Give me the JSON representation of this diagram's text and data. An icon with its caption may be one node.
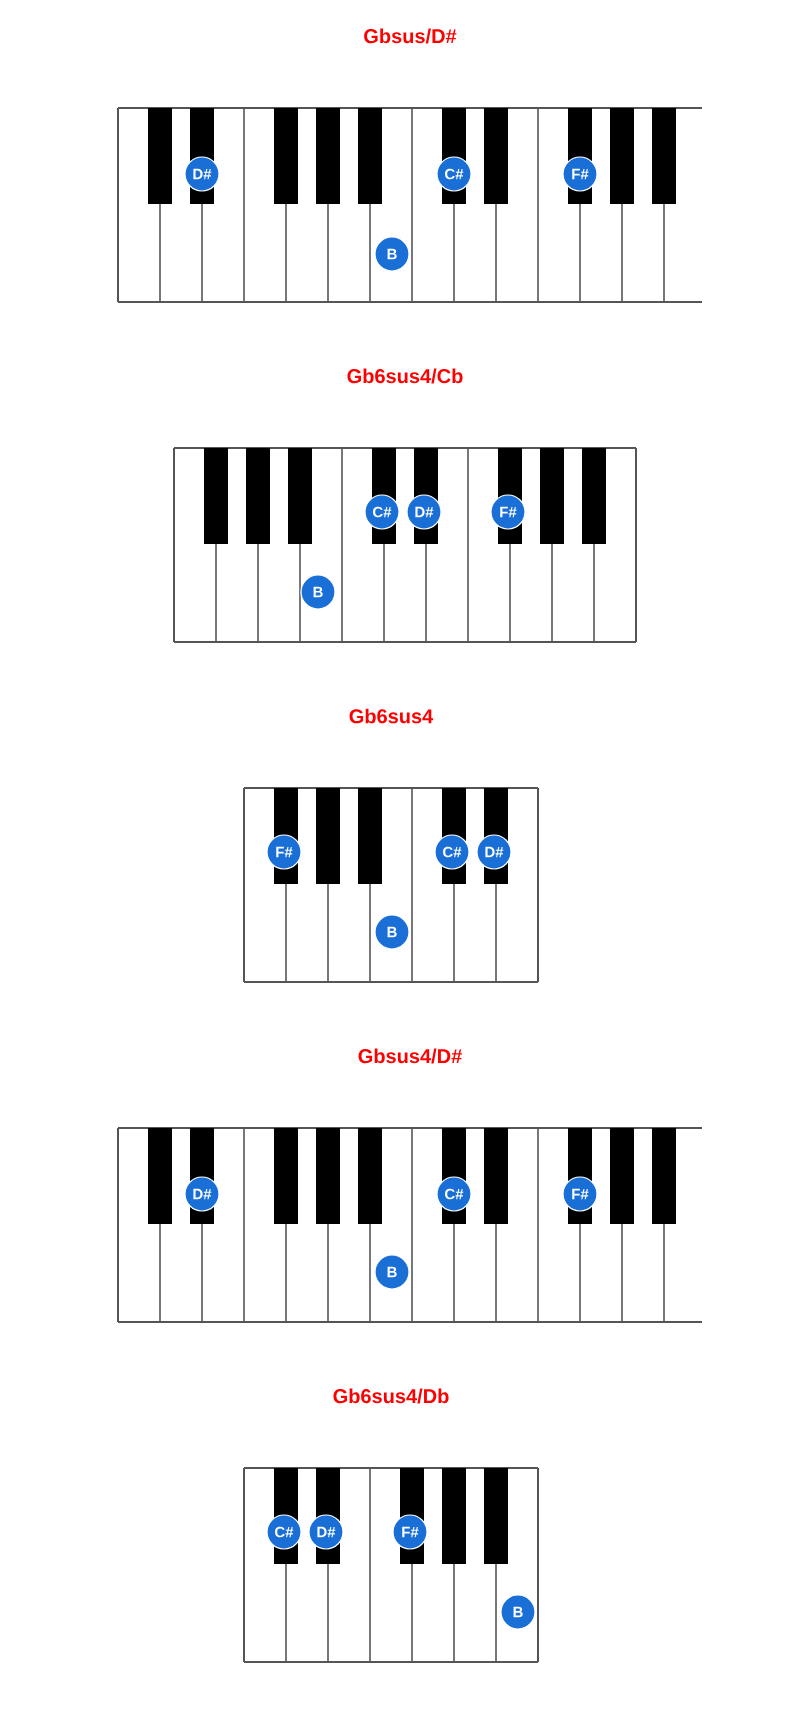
{
  "diagram": {
    "nodes": [
      {
        "text": [
          "Gbsus/D#"
        ]
      },
      {
        "text": [
          "D#"
        ],
        "in": 0
      },
      {
        "text": [
          "C#"
        ],
        "in": 0
      },
      {
        "text": [
          "F#"
        ],
        "in": 0
      },
      {
        "text": [
          "B"
        ],
        "in": 0
      },
      {
        "text": [
          "Gb6sus4/Cb"
        ]
      },
      {
        "text": [
          "C#"
        ],
        "in": 5
      },
      {
        "text": [
          "D#"
        ],
        "in": 5
      },
      {
        "text": [
          "F#"
        ],
        "in": 5
      },
      {
        "text": [
          "B"
        ],
        "in": 5
      },
      {
        "text": [
          "Gb6sus4"
        ]
      },
      {
        "text": [
          "F#"
        ],
        "in": 10
      },
      {
        "text": [
          "C#"
        ],
        "in": 10
      },
      {
        "text": [
          "D#"
        ],
        "in": 10
      },
      {
        "text": [
          "B"
        ],
        "in": 10
      },
      {
        "text": [
          "Gbsus4/D#"
        ]
      },
      {
        "text": [
          "D#"
        ],
        "in": 15
      },
      {
        "text": [
          "C#"
        ],
        "in": 15
      },
      {
        "text": [
          "F#"
        ],
        "in": 15
      },
      {
        "text": [
          "B"
        ],
        "in": 15
      },
      {
        "text": [
          "Gb6sus4/Db"
        ]
      },
      {
        "text": [
          "C#"
        ],
        "in": 20
      },
      {
        "text": [
          "D#"
        ],
        "in": 20
      },
      {
        "text": [
          "F#"
        ],
        "in": 20
      },
      {
        "text": [
          "B"
        ],
        "in": 20
      }
    ]
  }
}
